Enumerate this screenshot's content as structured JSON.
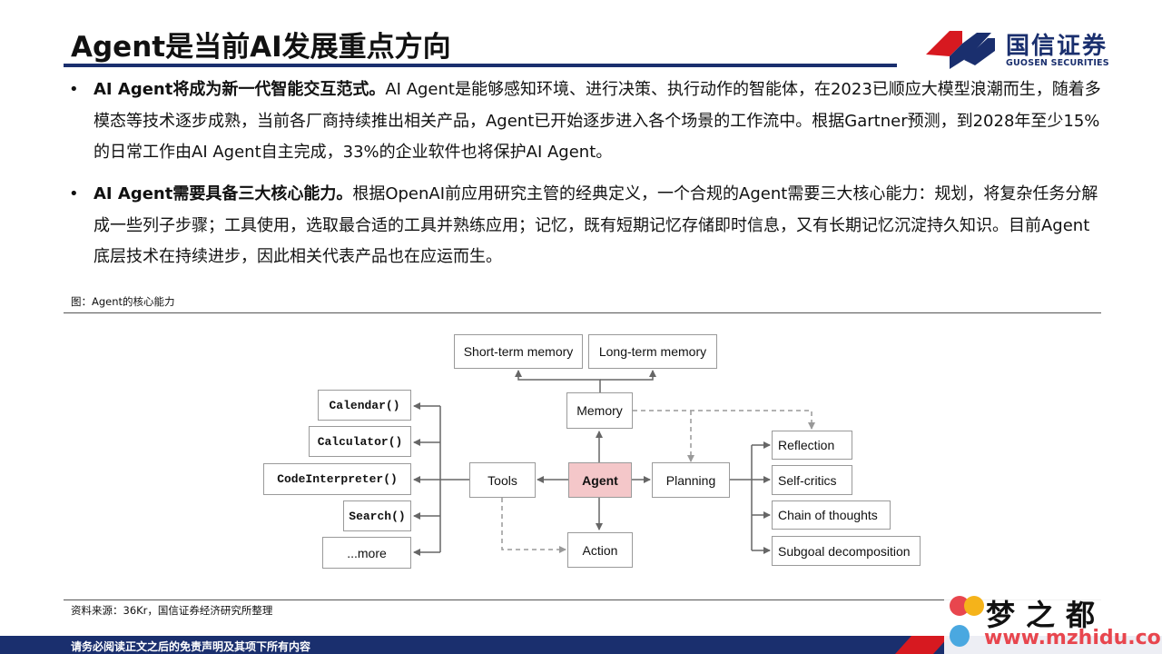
{
  "header": {
    "title": "Agent是当前AI发展重点方向",
    "logo_cn": "国信证券",
    "logo_en": "GUOSEN SECURITIES"
  },
  "bullets": [
    {
      "marker": "•",
      "lead": "AI Agent将成为新一代智能交互范式。",
      "text": "AI Agent是能够感知环境、进行决策、执行动作的智能体，在2023已顺应大模型浪潮而生，随着多模态等技术逐步成熟，当前各厂商持续推出相关产品，Agent已开始逐步进入各个场景的工作流中。根据Gartner预测，到2028年至少15%的日常工作由AI Agent自主完成，33%的企业软件也将保护AI Agent。"
    },
    {
      "marker": "•",
      "lead": "AI Agent需要具备三大核心能力。",
      "text": "根据OpenAI前应用研究主管的经典定义，一个合规的Agent需要三大核心能力：规划，将复杂任务分解成一些列子步骤；工具使用，选取最合适的工具并熟练应用；记忆，既有短期记忆存储即时信息，又有长期记忆沉淀持久知识。目前Agent底层技术在持续进步，因此相关代表产品也在应运而生。"
    }
  ],
  "figure": {
    "caption": "图：Agent的核心能力",
    "nodes": {
      "short_term_memory": "Short-term memory",
      "long_term_memory": "Long-term memory",
      "memory": "Memory",
      "calendar": "Calendar()",
      "calculator": "Calculator()",
      "code_interpreter": "CodeInterpreter()",
      "search": "Search()",
      "more": "...more",
      "tools": "Tools",
      "agent": "Agent",
      "planning": "Planning",
      "action": "Action",
      "reflection": "Reflection",
      "self_critics": "Self-critics",
      "chain_of_thoughts": "Chain of thoughts",
      "subgoal_decomposition": "Subgoal decomposition"
    },
    "colors": {
      "agent_fill": "#f4c7c9",
      "edge": "#666666",
      "dashed_edge": "#999999"
    }
  },
  "source": "资料来源：36Kr，国信证券经济研究所整理",
  "footer": {
    "disclaimer": "请务必阅读正文之后的免责声明及其项下所有内容"
  },
  "watermark": {
    "name": "梦之都",
    "url": "www.mzhidu.com"
  },
  "colors": {
    "brand_navy": "#1a2f6e",
    "brand_red": "#d71920"
  }
}
